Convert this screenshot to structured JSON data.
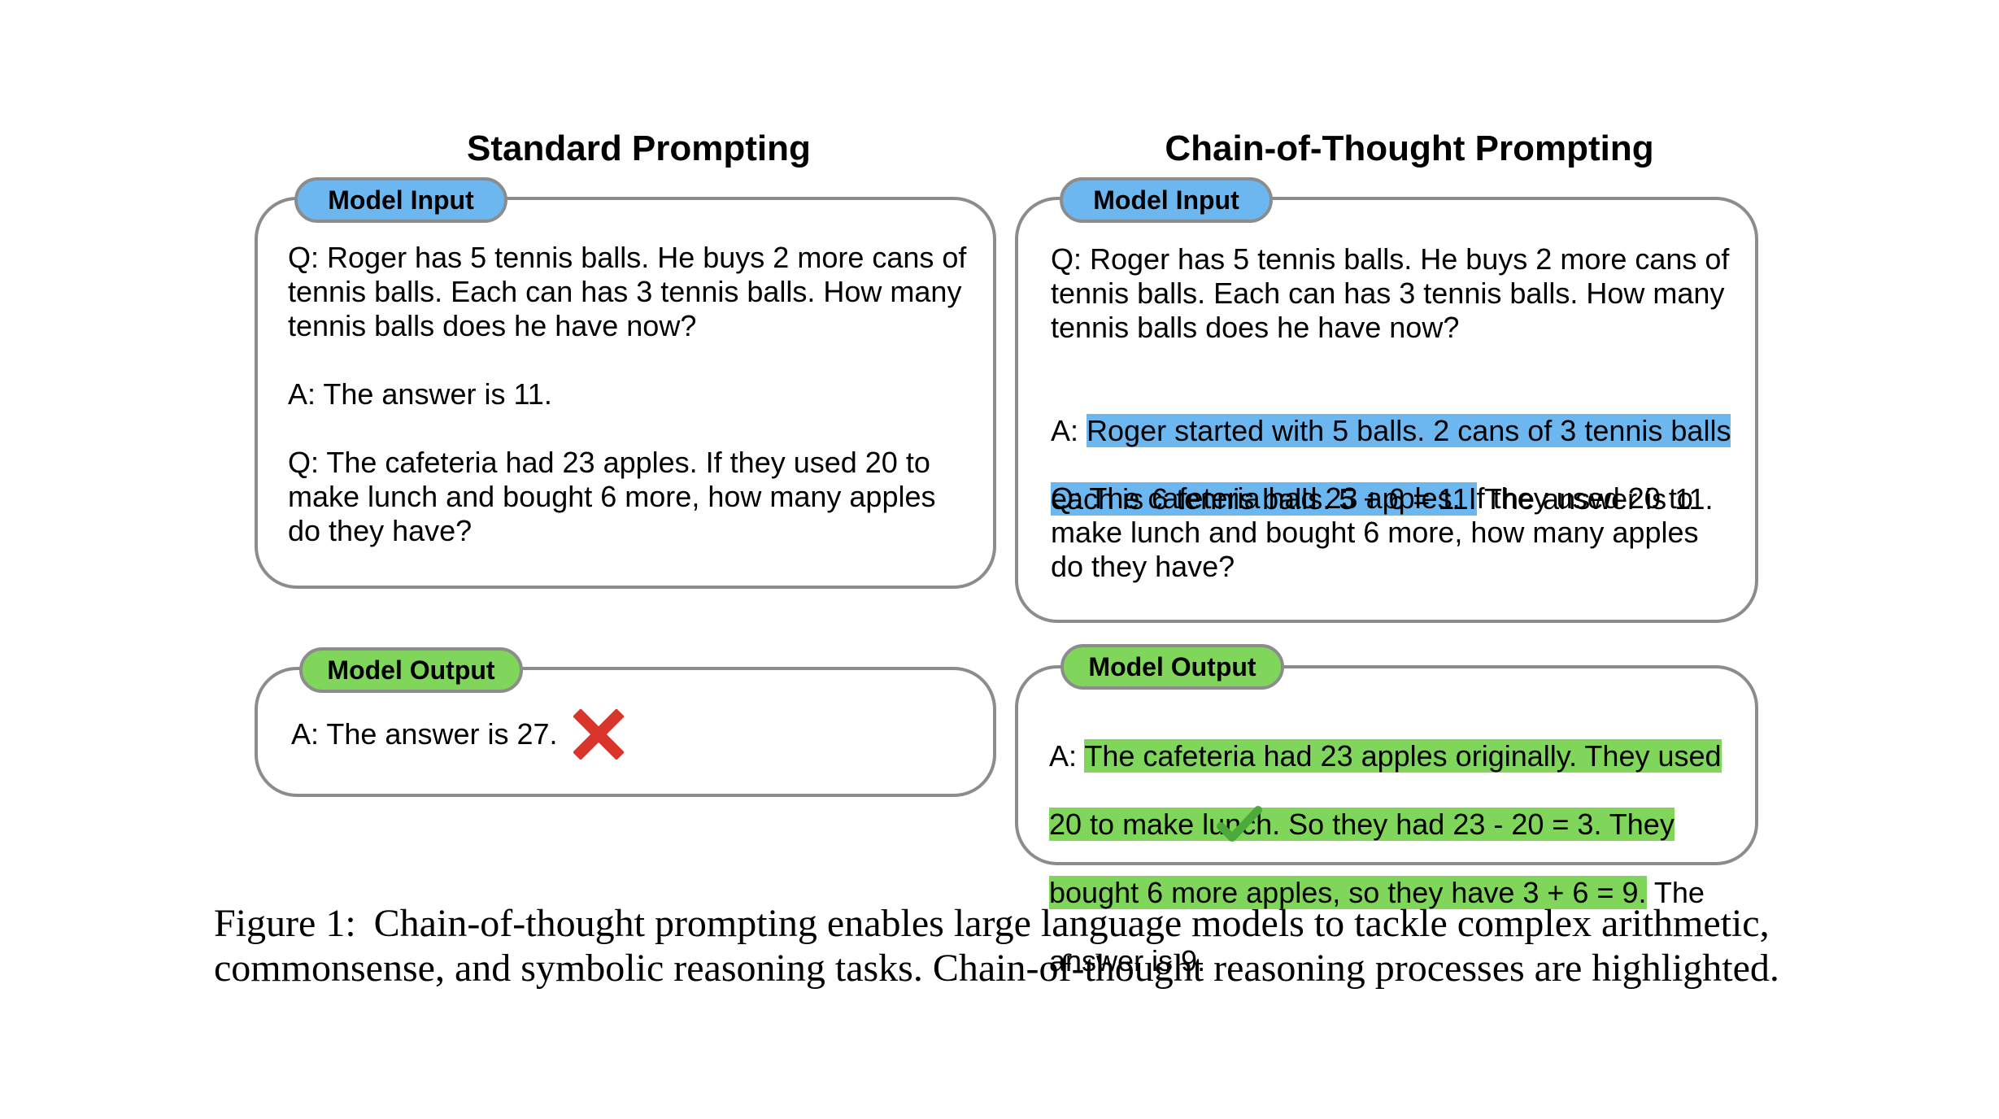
{
  "standard": {
    "title": "Standard Prompting",
    "input_tab": "Model Input",
    "q1": "Q: Roger has 5 tennis balls. He buys 2 more cans of\ntennis balls. Each can has 3 tennis balls. How many\ntennis balls does he have now?",
    "a1": "A: The answer is 11.",
    "q2": "Q: The cafeteria had 23 apples. If they used 20 to\nmake lunch and bought 6 more, how many apples\ndo they have?",
    "output_tab": "Model Output",
    "output": "A: The answer is 27.",
    "output_mark": "cross-icon"
  },
  "cot": {
    "title": "Chain-of-Thought Prompting",
    "input_tab": "Model Input",
    "q1": "Q: Roger has 5 tennis balls. He buys 2 more cans of\ntennis balls. Each can has 3 tennis balls. How many\ntennis balls does he have now?",
    "a1_prefix": "A: ",
    "a1_reasoning_line1": "Roger started with 5 balls. 2 cans of 3 tennis balls",
    "a1_reasoning_line2": "each is 6 tennis balls. 5 + 6 = 11.",
    "a1_answer": " The answer is 11.",
    "q2": "Q: The cafeteria had 23 apples. If they used 20 to\nmake lunch and bought 6 more, how many apples\ndo they have?",
    "output_tab": "Model Output",
    "output_prefix": "A: ",
    "output_reasoning_line1": "The cafeteria had 23 apples originally. They used",
    "output_reasoning_line2": "20 to make lunch. So they had 23 - 20 = 3. They",
    "output_reasoning_line3": "bought 6 more apples, so they have 3 + 6 = 9.",
    "output_answer_line3": " The",
    "output_answer_line4": "answer is 9.",
    "output_mark": "check-icon"
  },
  "caption": {
    "label": "Figure 1:",
    "text": "Chain-of-thought prompting enables large language models to tackle complex arithmetic, commonsense, and symbolic reasoning tasks. Chain-of-thought reasoning processes are highlighted."
  },
  "colors": {
    "input_blue": "#6db7f0",
    "output_green": "#7fd65a",
    "border_gray": "#8c8c8c",
    "cross_red": "#d9352b",
    "check_green": "#4caa3c"
  }
}
